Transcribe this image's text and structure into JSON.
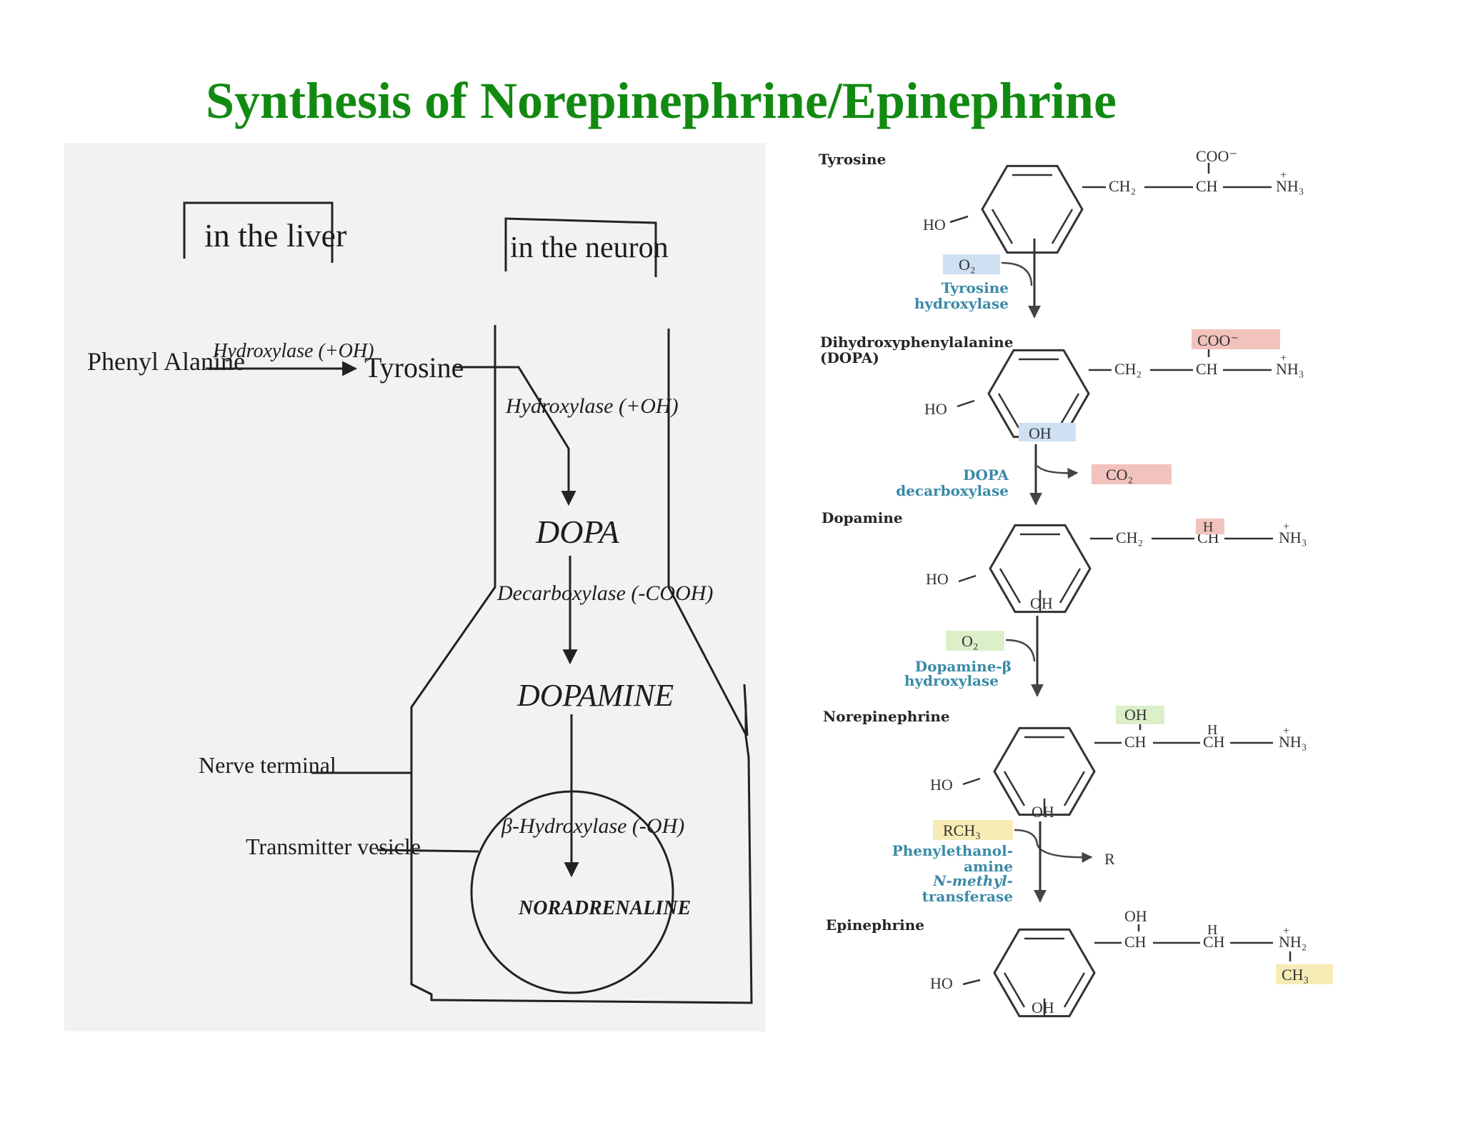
{
  "title": "Synthesis of Norepinephrine/Epinephrine",
  "colors": {
    "title": "#128a12",
    "enzyme_text": "#3b8aa6",
    "highlight_blue": "#cfe0f3",
    "highlight_red": "#f2c2bd",
    "highlight_green": "#dbefc8",
    "highlight_yellow": "#f7ecb6"
  },
  "left_diagram": {
    "liver_label": "in the liver",
    "neuron_label": "in the neuron",
    "phenylalanine": "Phenyl Alanine",
    "hydroxylase_liver": "Hydroxylase (+OH)",
    "tyrosine": "Tyrosine",
    "hydroxylase_neuron": "Hydroxylase (+OH)",
    "dopa": "DOPA",
    "decarboxylase": "Decarboxylase (-COOH)",
    "dopamine": "DOPAMINE",
    "beta_hydroxylase": "β-Hydroxylase (-OH)",
    "noradrenaline": "NORADRENALINE",
    "nerve_terminal": "Nerve terminal",
    "transmitter_vesicle": "Transmitter vesicle"
  },
  "right_diagram": {
    "compounds": {
      "tyrosine": "Tyrosine",
      "dopa_line1": "Dihydroxyphenylalanine",
      "dopa_line2": "(DOPA)",
      "dopamine": "Dopamine",
      "norepinephrine": "Norepinephrine",
      "epinephrine": "Epinephrine"
    },
    "enzymes": {
      "tyrosine_hydroxylase_1": "Tyrosine",
      "tyrosine_hydroxylase_2": "hydroxylase",
      "dopa_decarboxylase_1": "DOPA",
      "dopa_decarboxylase_2": "decarboxylase",
      "dbh_1": "Dopamine-β",
      "dbh_2": "hydroxylase",
      "pnmt_1": "Phenylethanol-",
      "pnmt_2": "amine",
      "pnmt_3": "N-methyl-",
      "pnmt_4": "transferase"
    },
    "reagents": {
      "o2_first": "O₂",
      "co2": "CO₂",
      "o2_second": "O₂",
      "rch3": "RCH₃",
      "r": "R"
    },
    "groups": {
      "coo": "COO⁻",
      "ch2": "CH₂",
      "ch": "CH",
      "nh3": "NH₃",
      "plus": "+",
      "ho": "HO",
      "oh": "OH",
      "h": "H",
      "nh2": "NH₂",
      "ch3": "CH₃"
    }
  }
}
